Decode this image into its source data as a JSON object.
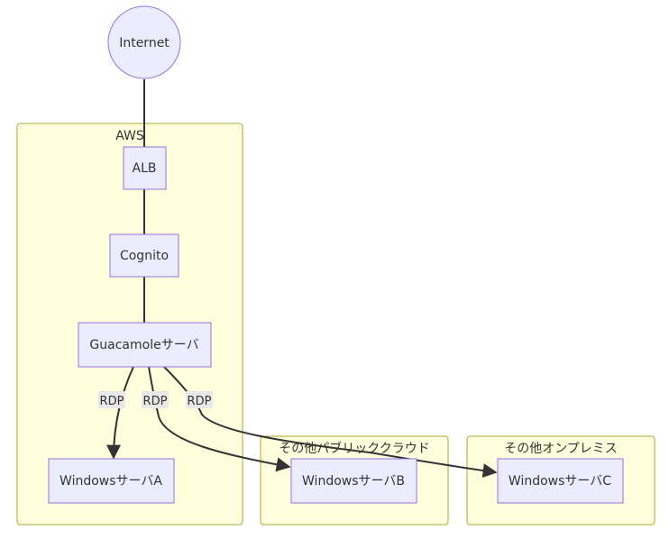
{
  "colors": {
    "node_fill": "#ECECFF",
    "node_stroke": "#9370DB",
    "cluster_fill": "#FFFFDE",
    "cluster_stroke": "#AAAA33",
    "edge": "#333333",
    "edge_label_bg": "#E8E8E8"
  },
  "clusters": {
    "aws": "AWS",
    "other_cloud": "その他パブリッククラウド",
    "onprem": "その他オンプレミス"
  },
  "nodes": {
    "internet": "Internet",
    "alb": "ALB",
    "cognito": "Cognito",
    "guacamole": "Guacamoleサーバ",
    "server_a": "WindowsサーバA",
    "server_b": "WindowsサーバB",
    "server_c": "WindowsサーバC"
  },
  "edges": [
    {
      "from": "Internet",
      "to": "ALB",
      "label": ""
    },
    {
      "from": "ALB",
      "to": "Cognito",
      "label": ""
    },
    {
      "from": "Cognito",
      "to": "Guacamoleサーバ",
      "label": ""
    },
    {
      "from": "Guacamoleサーバ",
      "to": "WindowsサーバA",
      "label": "RDP"
    },
    {
      "from": "Guacamoleサーバ",
      "to": "WindowsサーバB",
      "label": "RDP"
    },
    {
      "from": "Guacamoleサーバ",
      "to": "WindowsサーバC",
      "label": "RDP"
    }
  ]
}
